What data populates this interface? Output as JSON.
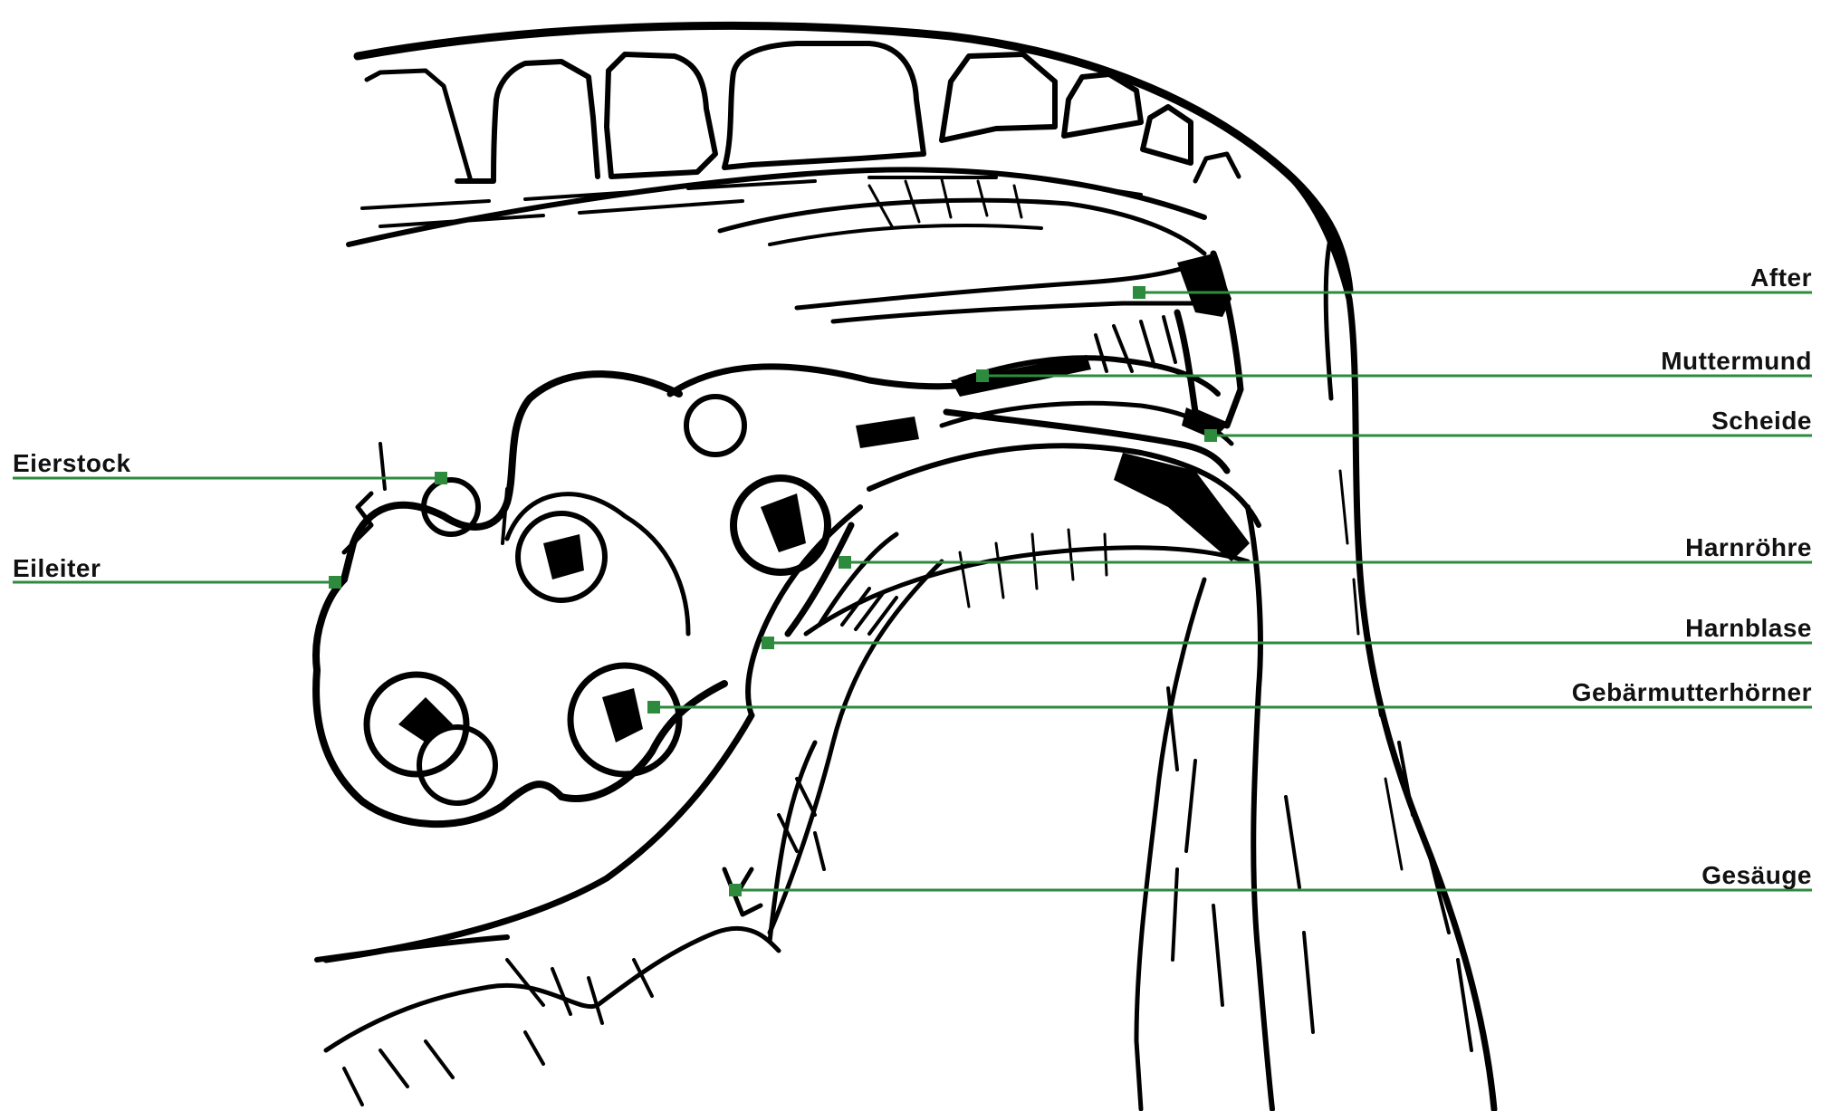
{
  "colors": {
    "accent": "#2e8b3e",
    "ink": "#000000",
    "background": "#ffffff"
  },
  "labels": [
    {
      "key": "after",
      "text": "After"
    },
    {
      "key": "muttermund",
      "text": "Muttermund"
    },
    {
      "key": "scheide",
      "text": "Scheide"
    },
    {
      "key": "harnroehre",
      "text": "Harnröhre"
    },
    {
      "key": "harnblase",
      "text": "Harnblase"
    },
    {
      "key": "gebaermutterhoerner",
      "text": "Gebärmutterhörner"
    },
    {
      "key": "gesaeuge",
      "text": "Gesäuge"
    },
    {
      "key": "eierstock",
      "text": "Eierstock"
    },
    {
      "key": "eileiter",
      "text": "Eileiter"
    }
  ]
}
